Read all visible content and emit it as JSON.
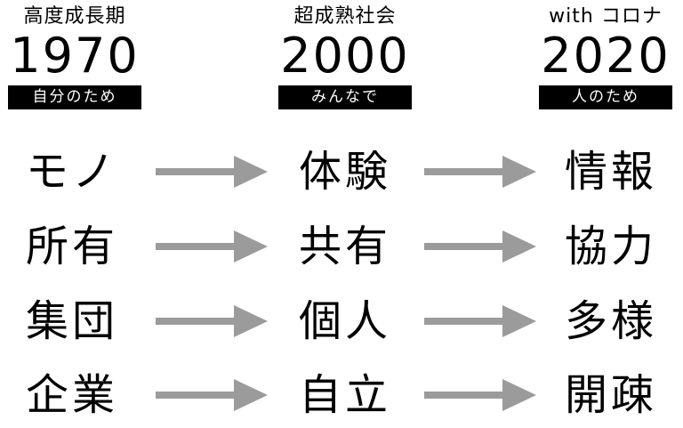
{
  "columns": [
    {
      "era": "高度成長期",
      "year": "1970",
      "tag": "自分のため"
    },
    {
      "era": "超成熟社会",
      "year": "2000",
      "tag": "みんなで"
    },
    {
      "era": "with コロナ",
      "year": "2020",
      "tag": "人のため"
    }
  ],
  "rows": [
    [
      "モノ",
      "体験",
      "情報"
    ],
    [
      "所有",
      "共有",
      "協力"
    ],
    [
      "集団",
      "個人",
      "多様"
    ],
    [
      "企業",
      "自立",
      "開疎"
    ]
  ],
  "colors": {
    "arrow": "#9b9b9b",
    "tag_bg": "#000000",
    "tag_text": "#ffffff",
    "text": "#000000"
  }
}
